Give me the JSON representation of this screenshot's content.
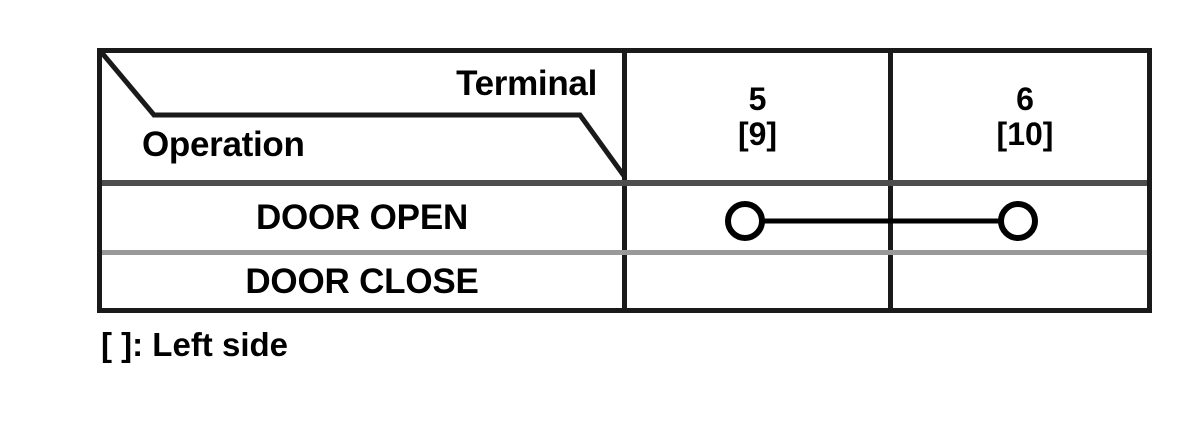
{
  "table": {
    "corner_header": {
      "top_right_label": "Terminal",
      "bottom_left_label": "Operation"
    },
    "terminal_columns": [
      {
        "number": "5",
        "left_side": "[9]"
      },
      {
        "number": "6",
        "left_side": "[10]"
      }
    ],
    "rows": [
      {
        "operation": "DOOR OPEN",
        "continuity": "connected",
        "cells": [
          {
            "terminal": "5",
            "contact": "circle"
          },
          {
            "terminal": "6",
            "contact": "circle"
          }
        ]
      },
      {
        "operation": "DOOR CLOSE",
        "continuity": "none",
        "cells": [
          {
            "terminal": "5",
            "contact": ""
          },
          {
            "terminal": "6",
            "contact": ""
          }
        ]
      }
    ]
  },
  "footnote": "[ ]: Left side",
  "colors": {
    "border": "#1a1a1a",
    "header_separator": "#4d4d4d",
    "row_separator": "#999999",
    "text": "#000000",
    "background": "#ffffff"
  }
}
